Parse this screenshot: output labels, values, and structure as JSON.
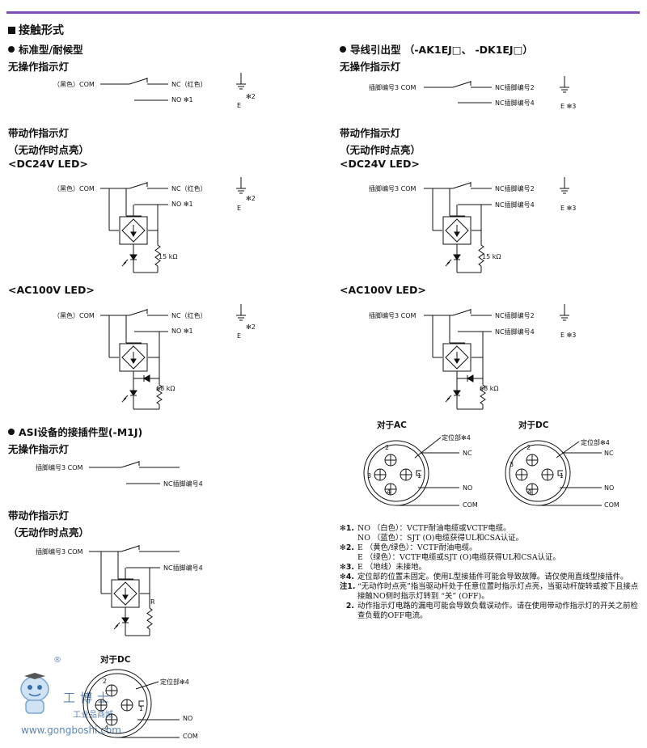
{
  "section_title": "接触形式",
  "left": {
    "standard_heading": "标准型/耐候型",
    "no_indicator": "无操作指示灯",
    "with_indicator": "带动作指示灯",
    "lit_when_no_action": "（无动作时点亮）",
    "dc24": "<DC24V LED>",
    "ac100": "<AC100V LED>",
    "asi_heading": "ASI设备的接插件型(-M1J)",
    "asi_no_indicator": "无操作指示灯",
    "asi_with_indicator": "带动作指示灯",
    "asi_lit_when_no_action": "（无动作时点亮）",
    "for_dc": "对于DC"
  },
  "right": {
    "lead_heading": "导线引出型 （-AK1EJ□、 -DK1EJ□）",
    "no_indicator": "无操作指示灯",
    "with_indicator": "带动作指示灯",
    "lit_when_no_action": "（无动作时点亮）",
    "dc24": "<DC24V LED>",
    "ac100": "<AC100V LED>",
    "for_ac": "对于AC",
    "for_dc": "对于DC"
  },
  "labels": {
    "black_com": "（黑色）COM",
    "nc_red": "NC（红色）",
    "no_1": "NO ✻1",
    "e": "E",
    "ref2": "✻2",
    "e_ref3": "E ✻3",
    "pin3_com": "插脚编号3 COM",
    "nc_pin2": "NC插脚编号2",
    "nc_pin4": "NC插脚编号4",
    "r15k": "15 kΩ",
    "r68k": "68 kΩ",
    "r": "R",
    "locator4": "定位部✻4",
    "nc": "NC",
    "no": "NO",
    "com": "COM",
    "pin1": "1",
    "pin2": "2",
    "pin3": "3",
    "pin4": "4"
  },
  "notes": [
    {
      "key": "✻1.",
      "text": "NO （白色）：VCTF耐油电缆或VCTF电缆。"
    },
    {
      "key": "",
      "text": "NO （蓝色）：SJT (O)电缆获得UL和CSA认证。"
    },
    {
      "key": "✻2.",
      "text": "E （黄色/绿色）：VCTF耐油电缆。"
    },
    {
      "key": "",
      "text": "E （绿色）：VCTF电缆或SJT (O)电缆获得UL和CSA认证。"
    },
    {
      "key": "✻3.",
      "text": "E （地线）未接地。"
    },
    {
      "key": "✻4.",
      "text": "定位部的位置未固定。使用L型接插件可能会导致故障。请仅使用直线型接插件。"
    },
    {
      "key": "注1.",
      "text": "“无动作时点亮”指当驱动杆处于任意位置时指示灯点亮，当驱动杆旋转或按下且接点接触NO侧时指示灯转到 “关” (OFF)。"
    },
    {
      "key": "2.",
      "text": "动作指示灯电路的漏电可能会导致负载误动作。请在使用带动作指示灯的开关之前检查负载的OFF电流。"
    }
  ],
  "watermark": {
    "brand": "工博士",
    "sub": "工业品商城",
    "url": "www.gongboshi.com",
    "reg": "®"
  }
}
